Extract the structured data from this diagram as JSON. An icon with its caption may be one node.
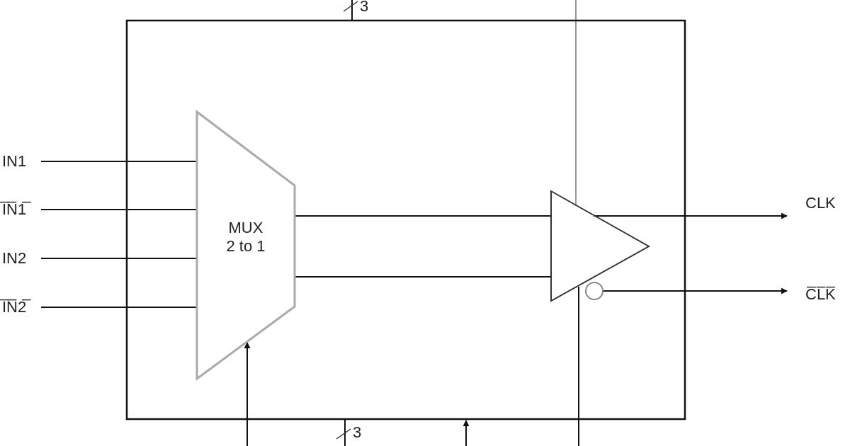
{
  "diagram": {
    "nodes": [
      {
        "text": [],
        "shape": "box"
      },
      {
        "text": [
          "MUX 2 to 1"
        ],
        "in": 0
      },
      {
        "text": [],
        "shape": "triangle",
        "in": 0
      },
      {
        "text": [
          "IN1"
        ]
      },
      {
        "text": [
          "I̅N̅1̅"
        ]
      },
      {
        "text": [
          "IN2"
        ]
      },
      {
        "text": [
          "I̅N̅2̅"
        ]
      },
      {
        "text": [
          "CLK"
        ]
      },
      {
        "text": [
          "C̅L̅K̅"
        ]
      }
    ],
    "edges": [
      {
        "from": 3,
        "to": 1,
        "arrow": "none"
      },
      {
        "from": 4,
        "to": 1,
        "arrow": "none"
      },
      {
        "from": 5,
        "to": 1,
        "arrow": "none"
      },
      {
        "from": 6,
        "to": 1,
        "arrow": "none"
      },
      {
        "from": 1,
        "to": 2,
        "arrow": "none"
      },
      {
        "from": 1,
        "to": 2,
        "arrow": "none"
      },
      {
        "from": 2,
        "to": 7,
        "arrow": "to"
      },
      {
        "from": 2,
        "to": 8,
        "arrow": "to"
      },
      {
        "from": null,
        "to": 2,
        "arrow": "none",
        "color": "#999999"
      },
      {
        "from": 2,
        "to": null,
        "arrow": "none"
      },
      {
        "from": null,
        "to": 1,
        "arrow": "to"
      },
      {
        "from": null,
        "to": 0,
        "arrow": "to"
      },
      {
        "from": null,
        "to": 0,
        "arrow": "none"
      },
      {
        "from": 0,
        "to": null,
        "arrow": "none"
      }
    ],
    "labels": [
      "3",
      "3"
    ]
  }
}
